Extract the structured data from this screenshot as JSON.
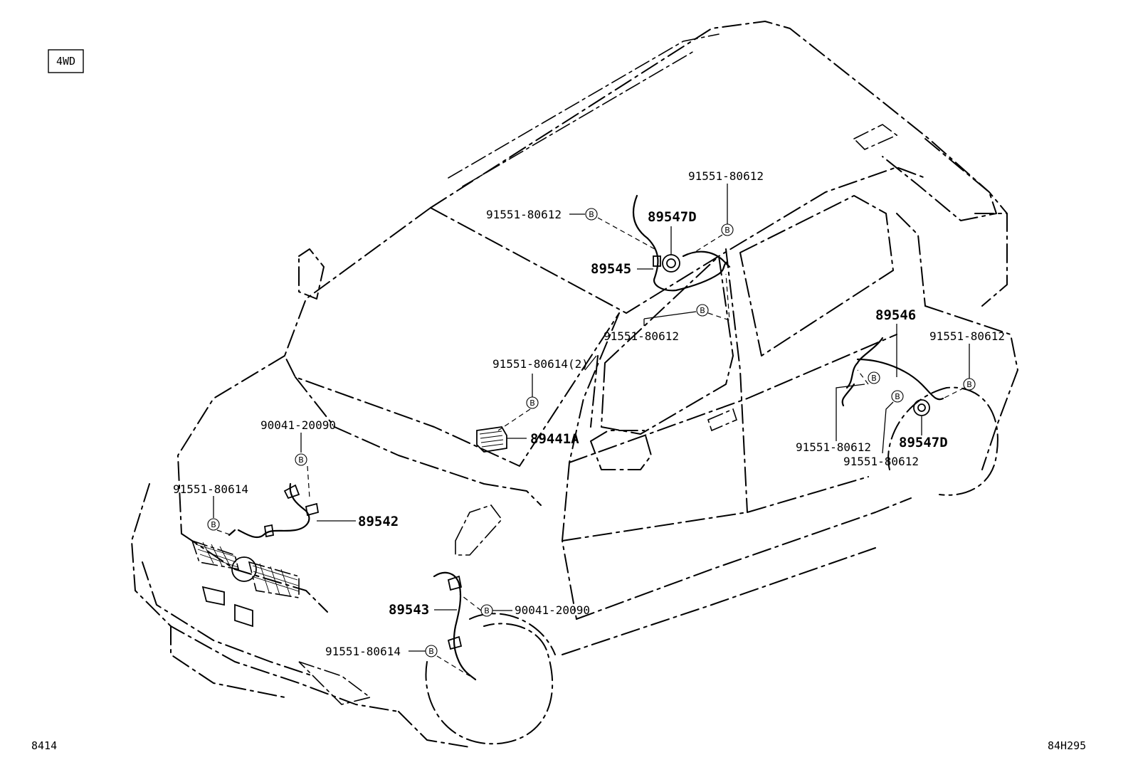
{
  "variant_badge": "4WD",
  "footer": {
    "left_code": "8414",
    "right_code": "84H295"
  },
  "callouts": {
    "p89547d_rear_left": "89547D",
    "p89545": "89545",
    "p89546": "89546",
    "p89547d_rear_right": "89547D",
    "p89441a": "89441A",
    "p89542": "89542",
    "p89543": "89543",
    "c_91551_80612_a": "91551-80612",
    "c_91551_80612_b": "91551-80612",
    "c_91551_80612_c": "91551-80612",
    "c_91551_80612_d": "91551-80612",
    "c_91551_80612_e": "91551-80612",
    "c_91551_80612_f": "91551-80612",
    "c_91551_80614_2": "91551-80614(2)",
    "c_90041_20090_a": "90041-20090",
    "c_91551_80614_a": "91551-80614",
    "c_90041_20090_b": "90041-20090",
    "c_91551_80614_b": "91551-80614"
  },
  "bolt_marker": "B"
}
